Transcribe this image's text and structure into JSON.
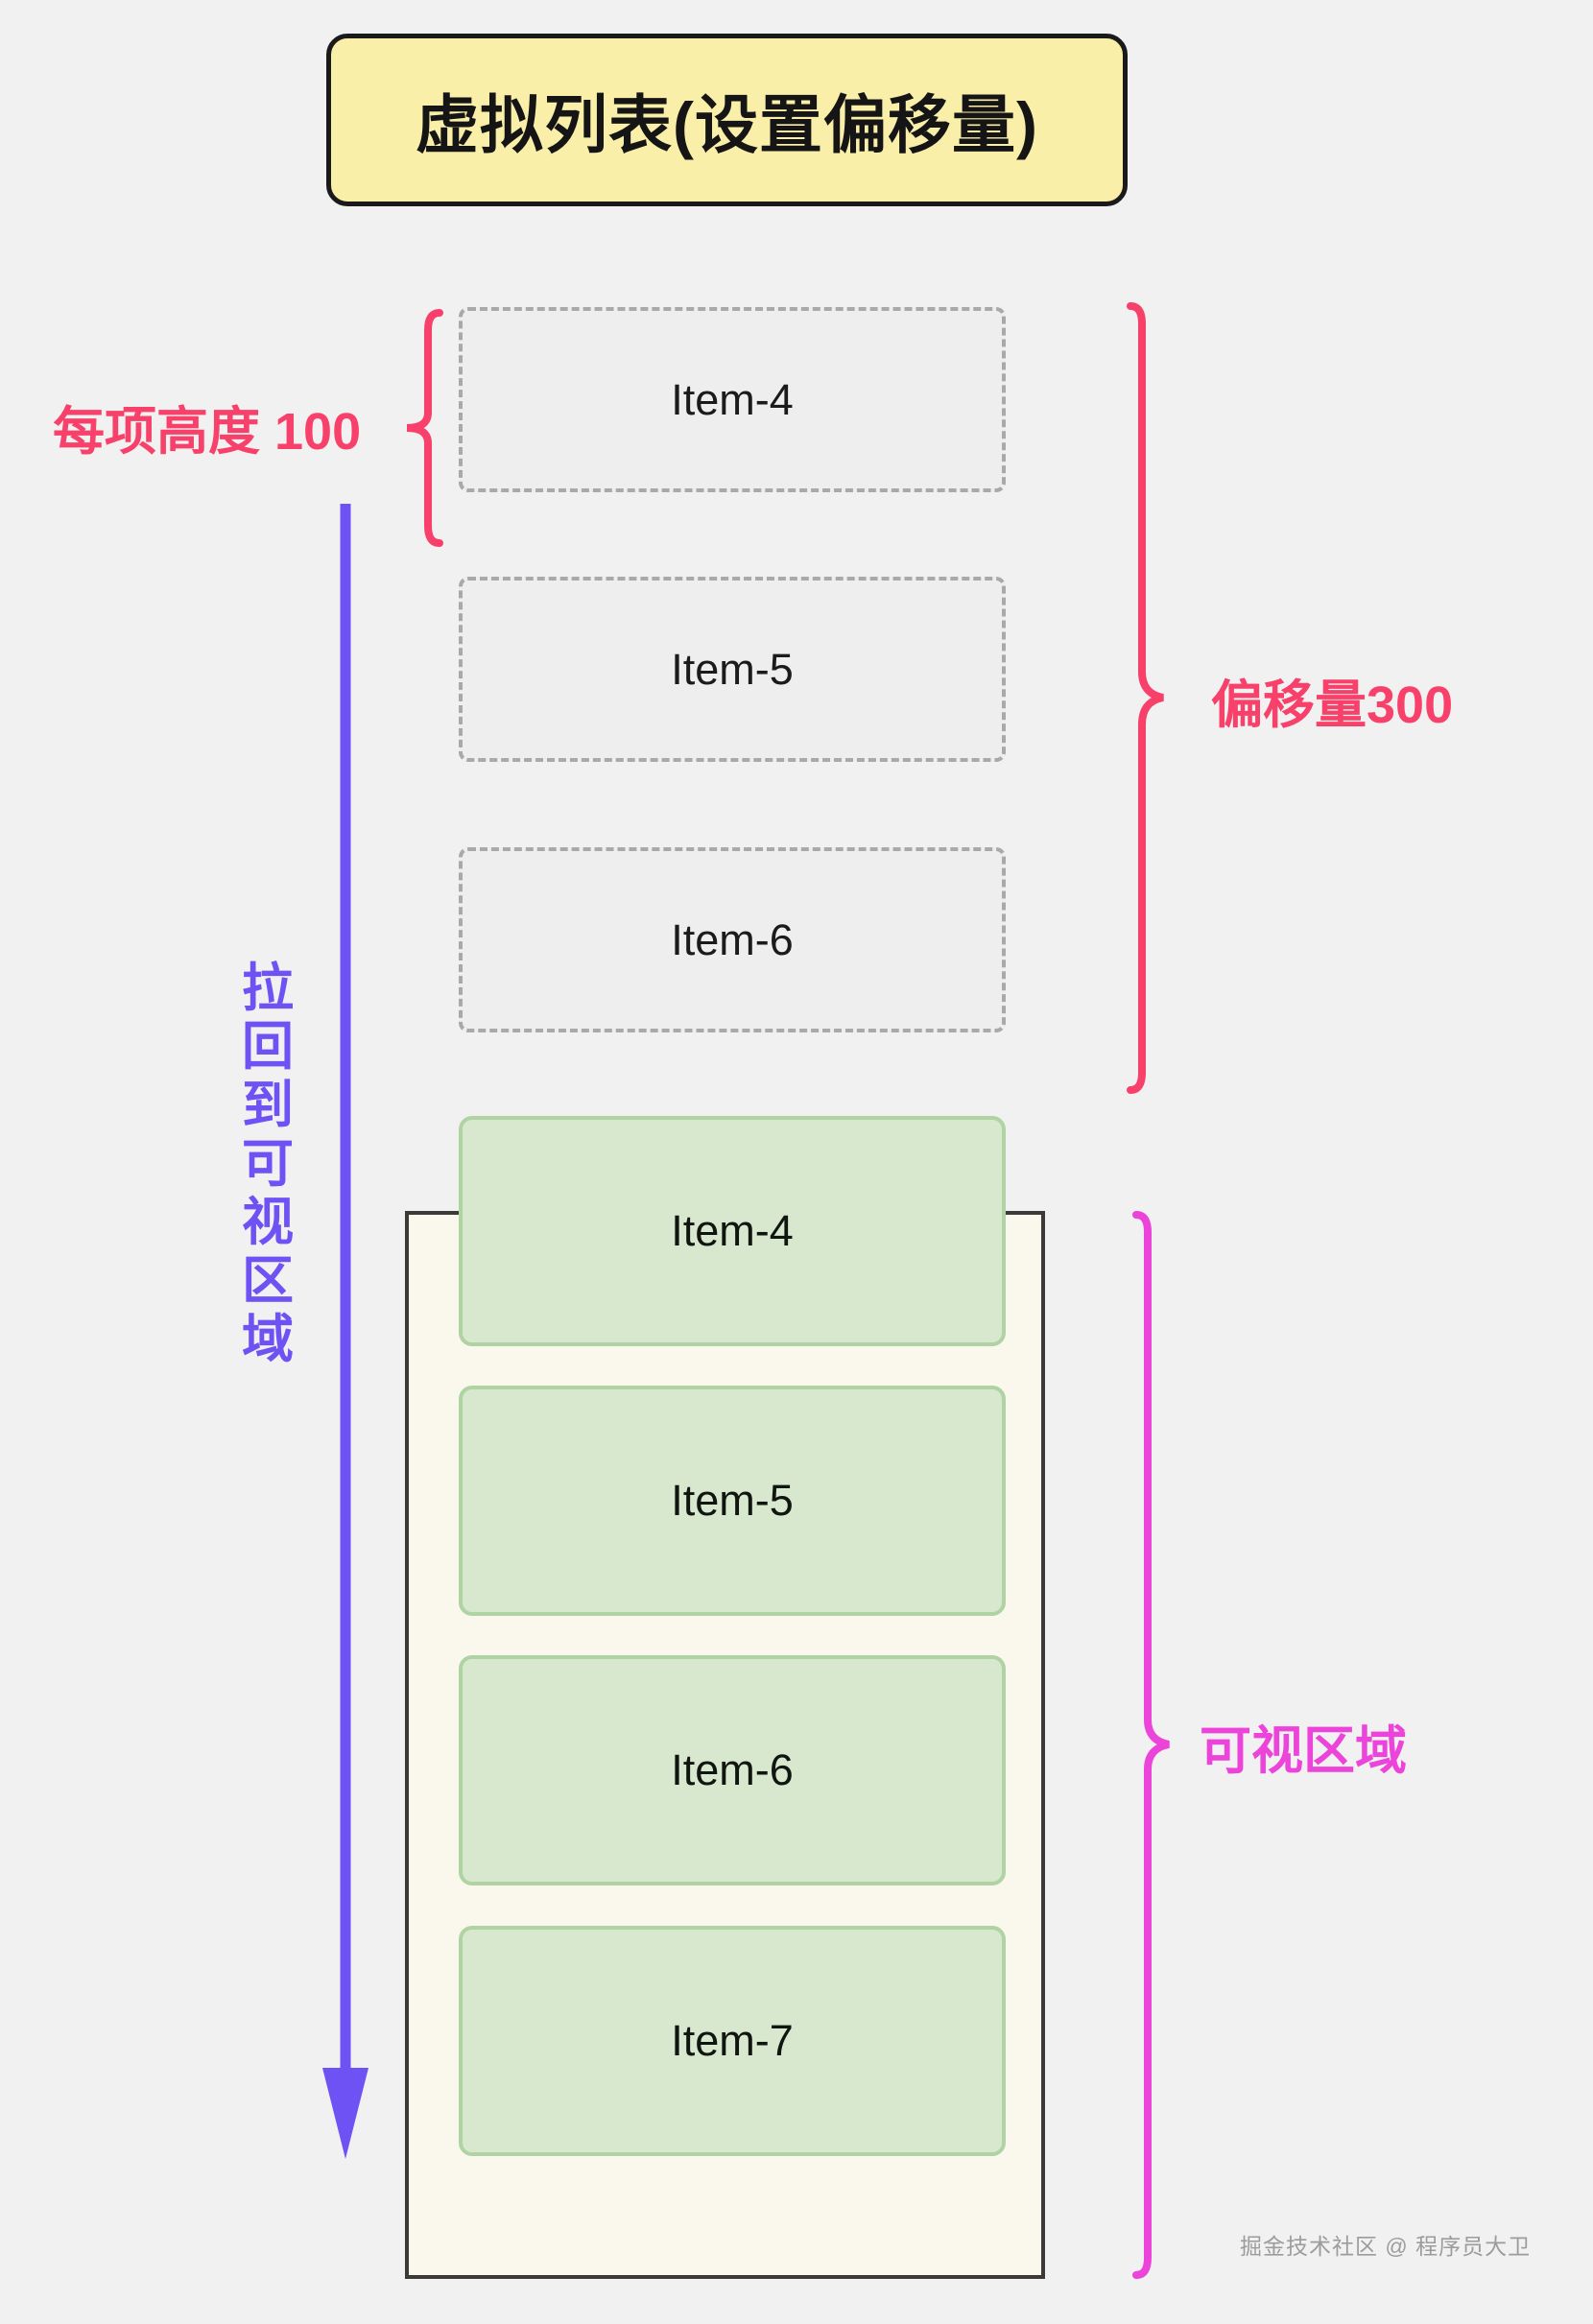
{
  "title": {
    "text": "虚拟列表(设置偏移量)"
  },
  "annotations": {
    "item_height": "每项高度 100",
    "offset": "偏移量300",
    "visible_area": "可视区域",
    "pull_back": "拉回到可视区域"
  },
  "ghost_list": {
    "name": "offset-placeholder-items",
    "items": [
      {
        "label": "Item-4"
      },
      {
        "label": "Item-5"
      },
      {
        "label": "Item-6"
      }
    ]
  },
  "rendered_list": {
    "name": "visible-rendered-items",
    "items": [
      {
        "label": "Item-4"
      },
      {
        "label": "Item-5"
      },
      {
        "label": "Item-6"
      },
      {
        "label": "Item-7"
      }
    ]
  },
  "watermark": {
    "text": "掘金技术社区 @ 程序员大卫"
  },
  "colors": {
    "background": "#F1F1F1",
    "title_fill": "#FAEFA8",
    "title_border": "#1A1A1A",
    "ghost_fill": "#EEEEEE",
    "ghost_border": "#A9A9A9",
    "green_fill": "#D7E8CE",
    "green_border": "#AFD3A2",
    "viewport_fill": "#FAF8EC",
    "viewport_border": "#3B3A37",
    "pink": "#F8416A",
    "magenta": "#EC43DA",
    "purple": "#6F52F4"
  },
  "metrics": {
    "item_height_value": "100",
    "offset_value": "300"
  }
}
